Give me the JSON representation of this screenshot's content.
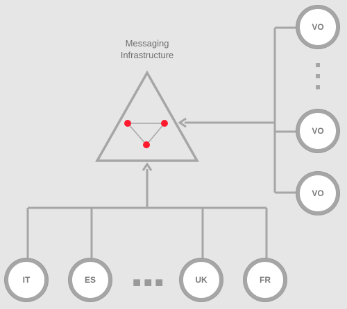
{
  "diagram": {
    "title_line1": "Messaging",
    "title_line2": "Infrastructure",
    "bottom_nodes": [
      "IT",
      "ES",
      "UK",
      "FR"
    ],
    "right_nodes": [
      "VO",
      "VO",
      "VO"
    ],
    "colors": {
      "background": "#e6e6e6",
      "line": "#a6a6a6",
      "node_fill": "#ffffff",
      "node_text": "#7a7a7a",
      "dot": "#ff1a2e"
    }
  }
}
